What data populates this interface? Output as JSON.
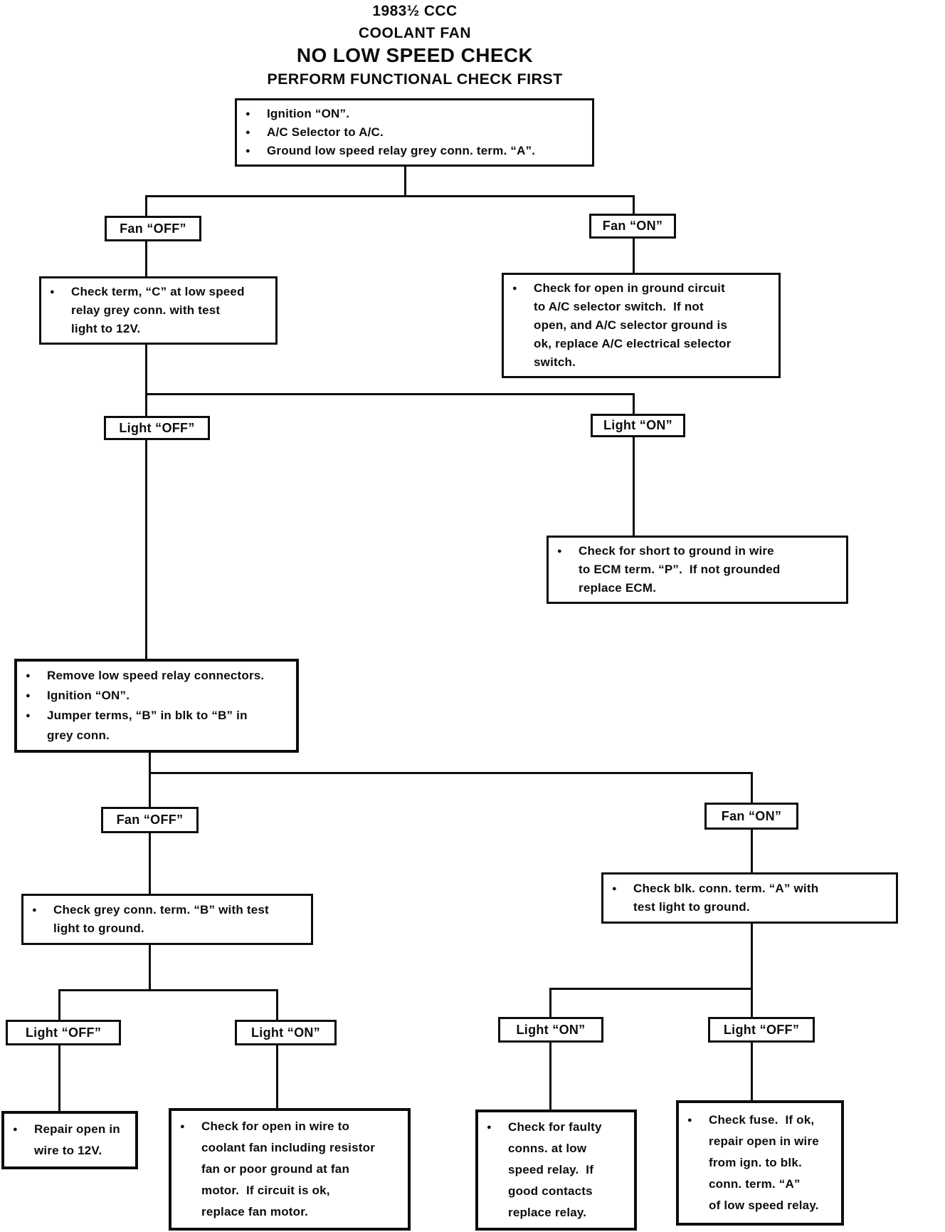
{
  "title": {
    "line1": "1983½ CCC",
    "line2": "COOLANT FAN",
    "line3": "NO LOW SPEED CHECK",
    "line4": "PERFORM FUNCTIONAL CHECK FIRST"
  },
  "ui": {
    "bullet": "●"
  },
  "labels": {
    "fan_off": "Fan “OFF”",
    "fan_on": "Fan “ON”",
    "light_off": "Light “OFF”",
    "light_on": "Light “ON”"
  },
  "nodes": {
    "initial_setup": {
      "bullets": [
        "Ignition “ON”.",
        "A/C Selector to A/C.",
        "Ground low speed relay grey conn. term. “A”."
      ]
    },
    "check_term_c": {
      "text": "Check term, “C” at low speed\nrelay grey conn. with test\nlight to 12V."
    },
    "check_ground_circuit": {
      "text": "Check for open in ground circuit\nto A/C selector switch.  If not\nopen, and A/C selector ground is\nok, replace A/C electrical selector\nswitch."
    },
    "check_short_to_ecm": {
      "text": "Check for short to ground in wire\nto ECM term. “P”.  If not grounded\nreplace ECM."
    },
    "jumper_relay": {
      "bullets": [
        "Remove low speed relay connectors.",
        "Ignition “ON”.",
        "Jumper terms, “B” in blk to “B” in\ngrey conn."
      ]
    },
    "check_grey_term_b": {
      "text": "Check grey conn. term. “B” with test\nlight to ground."
    },
    "check_blk_term_a": {
      "text": "Check blk. conn. term. “A” with\ntest light to ground."
    },
    "repair_open_wire": {
      "text": "Repair open in\nwire to 12V."
    },
    "check_open_fan_wire": {
      "text": "Check for open in wire to\ncoolant fan including resistor\nfan or poor ground at fan\nmotor.  If circuit is ok,\nreplace fan motor."
    },
    "check_faulty_conns": {
      "text": "Check for faulty\nconns. at low\nspeed relay.  If\ngood contacts\nreplace relay."
    },
    "check_fuse": {
      "text": "Check fuse.  If ok,\nrepair open in wire\nfrom ign. to blk.\nconn. term. “A”\nof low speed relay."
    }
  }
}
